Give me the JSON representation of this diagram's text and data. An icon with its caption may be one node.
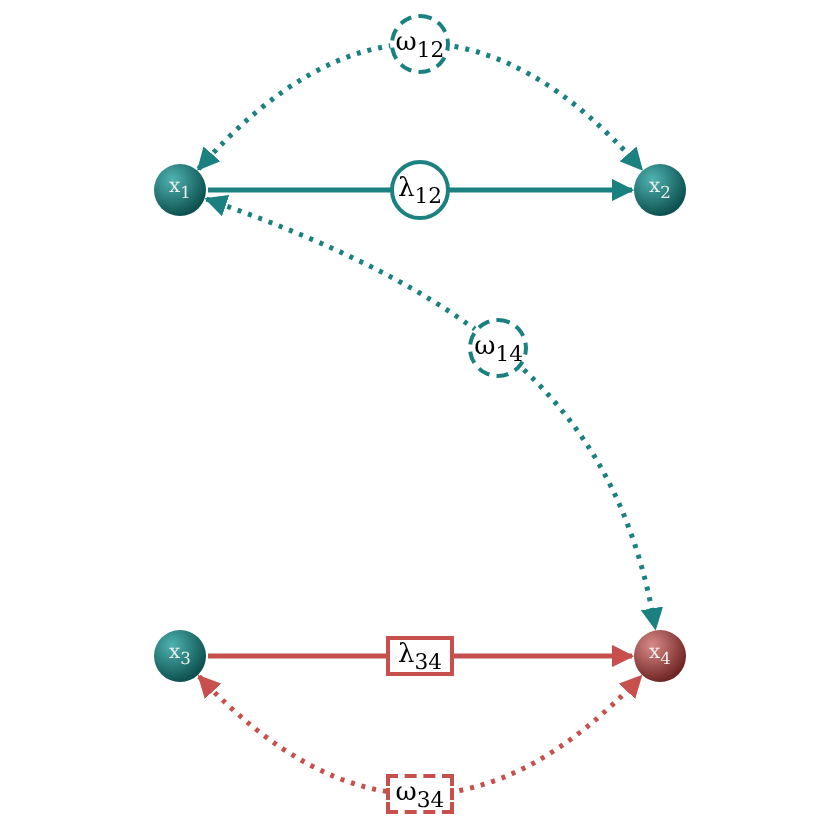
{
  "diagram": {
    "nodes": [
      {
        "text": [
          "x$_{1}$"
        ]
      },
      {
        "text": [
          "x$_{2}$"
        ]
      },
      {
        "text": [
          "x$_{3}$"
        ]
      },
      {
        "text": [
          "x$_{4}$"
        ]
      }
    ],
    "edges": [
      {
        "from": 0,
        "to": 1,
        "arrow": "to",
        "label": "λ$_{12}$"
      },
      {
        "from": 0,
        "to": 1,
        "arrow": "both",
        "style": "dashed",
        "label": "ω$_{12}$"
      },
      {
        "from": 0,
        "to": 3,
        "arrow": "both",
        "style": "dashed",
        "label": "ω$_{14}$"
      },
      {
        "from": 2,
        "to": 3,
        "arrow": "to",
        "label": "λ$_{34}$",
        "color": "#c8504c"
      },
      {
        "from": 2,
        "to": 3,
        "arrow": "both",
        "style": "dashed",
        "label": "ω$_{34}$",
        "color": "#c8504c"
      }
    ]
  }
}
